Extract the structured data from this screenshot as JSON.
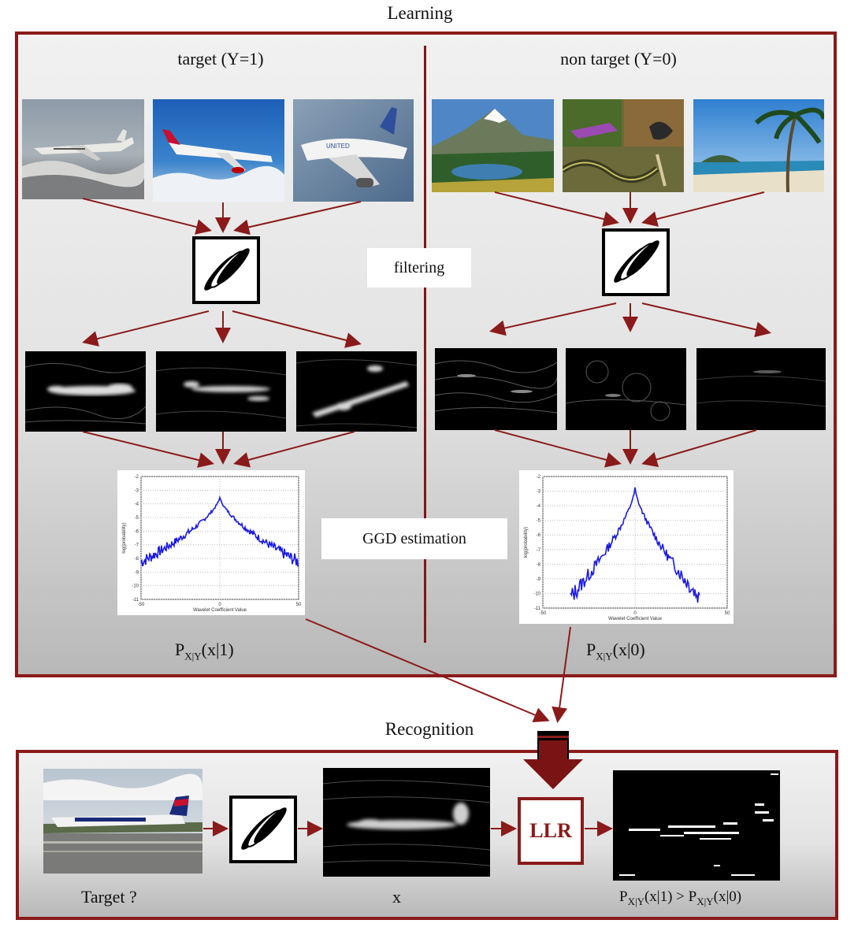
{
  "learning": {
    "title": "Learning",
    "target_title": "target (Y=1)",
    "nontarget_title": "non target (Y=0)",
    "filtering_label": "filtering",
    "ggd_label": "GGD estimation",
    "target_dist": {
      "base": "P",
      "sub": "X|Y",
      "arg": "(x|1)"
    },
    "nontarget_dist": {
      "base": "P",
      "sub": "X|Y",
      "arg": "(x|0)"
    }
  },
  "plots": {
    "ylabel": "log(probability)",
    "xlabel": "Wavelet Coefficient Value",
    "target": {
      "xticks": [
        "-50",
        "0",
        "50"
      ],
      "yticks": [
        "-2",
        "-3",
        "-4",
        "-5",
        "-6",
        "-7",
        "-8",
        "-9",
        "-10",
        "-11"
      ]
    },
    "nontarget": {
      "xticks": [
        "-50",
        "0",
        "50"
      ],
      "yticks": [
        "-2",
        "-3",
        "-4",
        "-5",
        "-6",
        "-7",
        "-8",
        "-9",
        "-10",
        "-11"
      ]
    }
  },
  "recognition": {
    "title": "Recognition",
    "llr_label": "LLR",
    "target_q": "Target ?",
    "x_label": "x",
    "result": {
      "p1": "P",
      "sub1": "X|Y",
      "arg1": "(x|1) > ",
      "p2": "P",
      "sub2": "X|Y",
      "arg2": "(x|0)"
    }
  },
  "colors": {
    "frame": "#8b1a1a",
    "curve": "#1a1ae6"
  }
}
